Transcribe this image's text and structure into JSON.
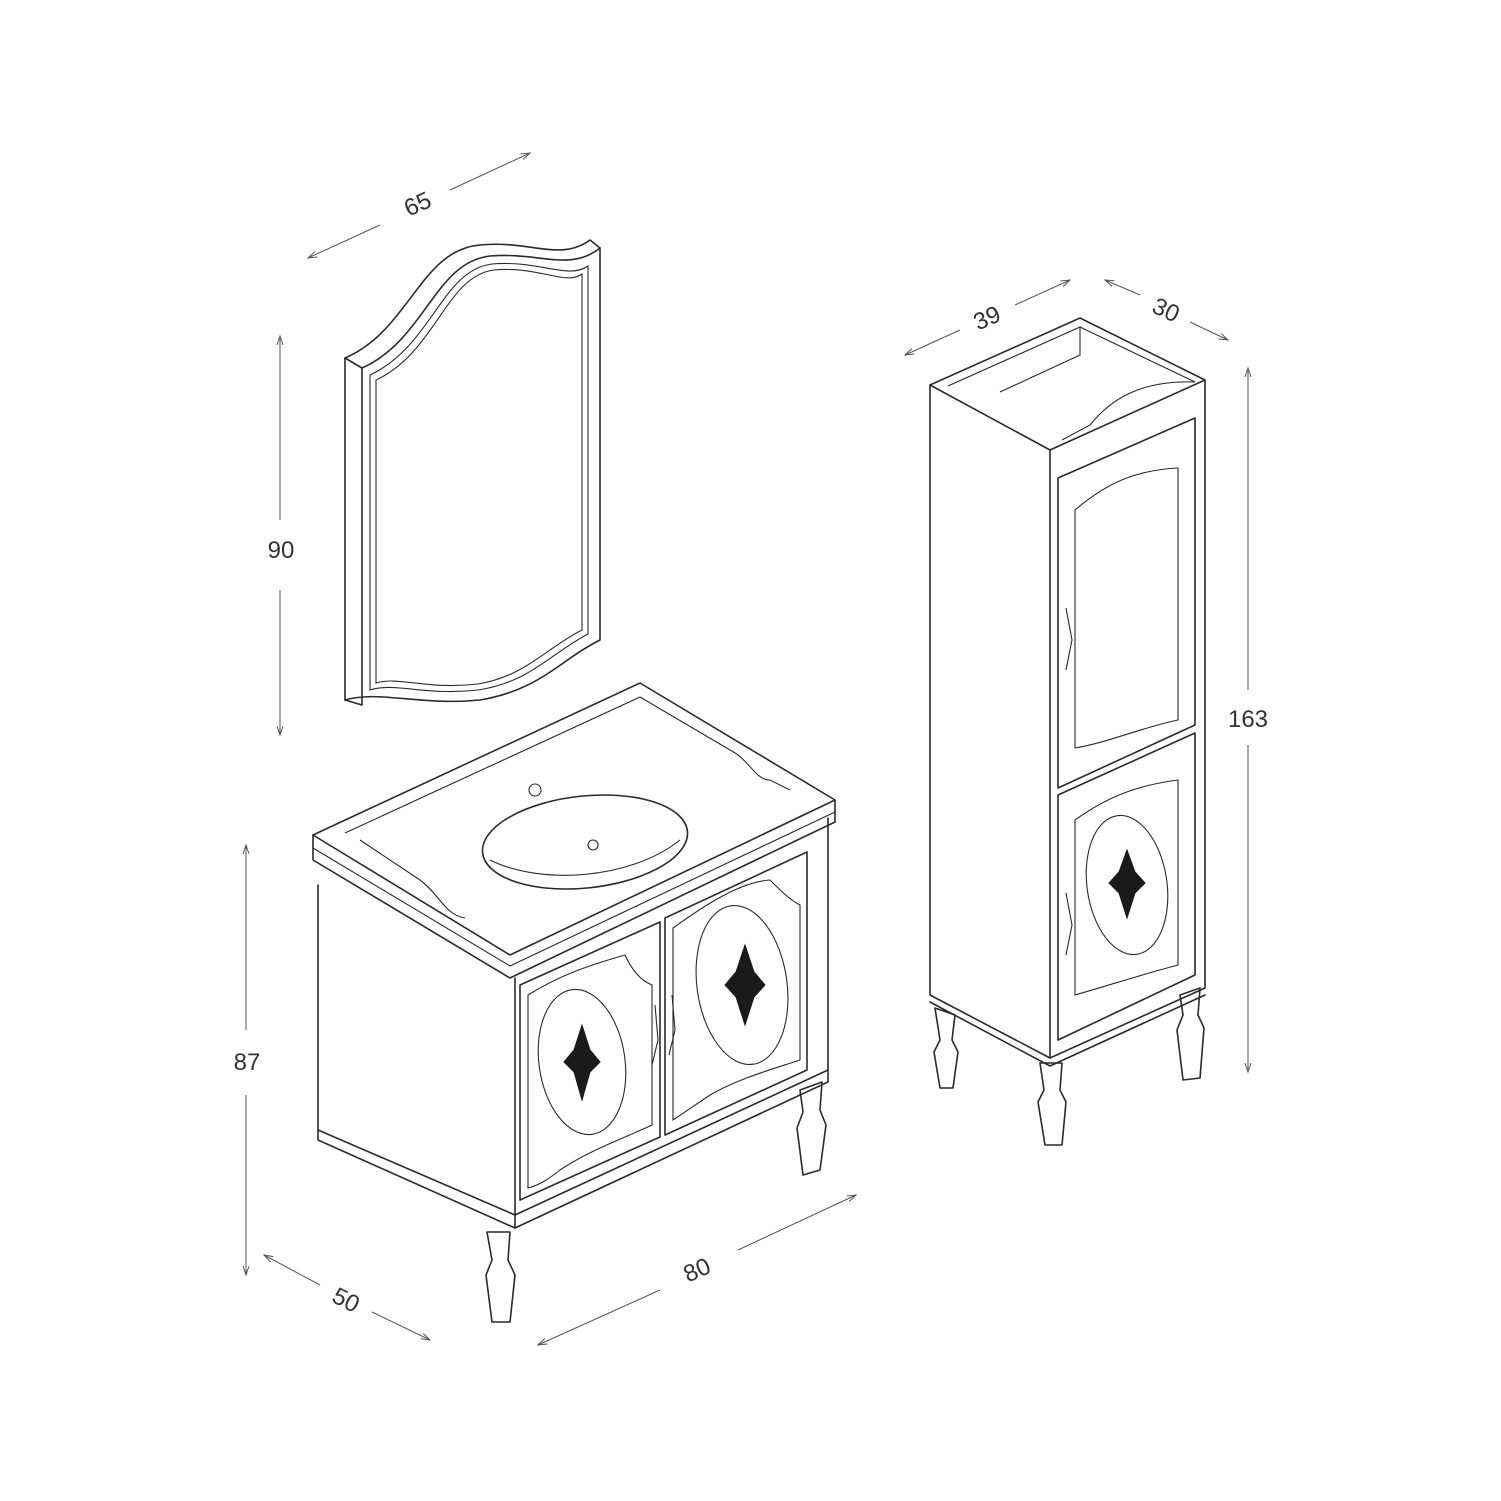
{
  "dimensions": {
    "mirror_width": "65",
    "mirror_height": "90",
    "vanity_height": "87",
    "vanity_width": "80",
    "vanity_depth": "50",
    "tall_cabinet_width": "39",
    "tall_cabinet_depth": "30",
    "tall_cabinet_height": "163"
  }
}
